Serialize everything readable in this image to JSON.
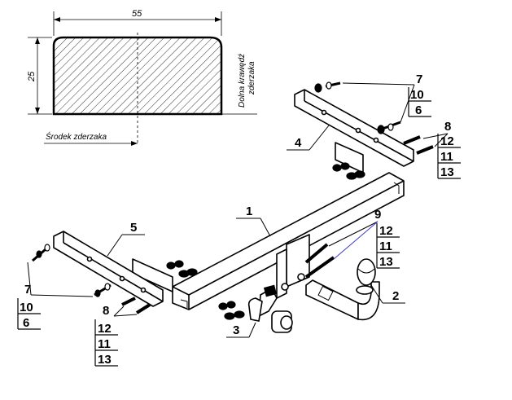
{
  "dimensions": {
    "width_label": "55",
    "height_label": "25",
    "bottom_edge_line1": "Dolna krawędź",
    "bottom_edge_line2": "zderzaka",
    "center_label": "Środek zderzaka"
  },
  "parts": {
    "p1": "1",
    "p2": "2",
    "p3": "3",
    "p4": "4",
    "p5": "5"
  },
  "hardware_top_right": {
    "group_a": [
      "7",
      "10",
      "6"
    ],
    "group_b": [
      "8",
      "12",
      "11",
      "13"
    ],
    "group_c": [
      "9",
      "12",
      "11",
      "13"
    ]
  },
  "hardware_left": {
    "group_a": [
      "7",
      "10",
      "6"
    ],
    "group_b": [
      "8",
      "12",
      "11",
      "13"
    ]
  }
}
